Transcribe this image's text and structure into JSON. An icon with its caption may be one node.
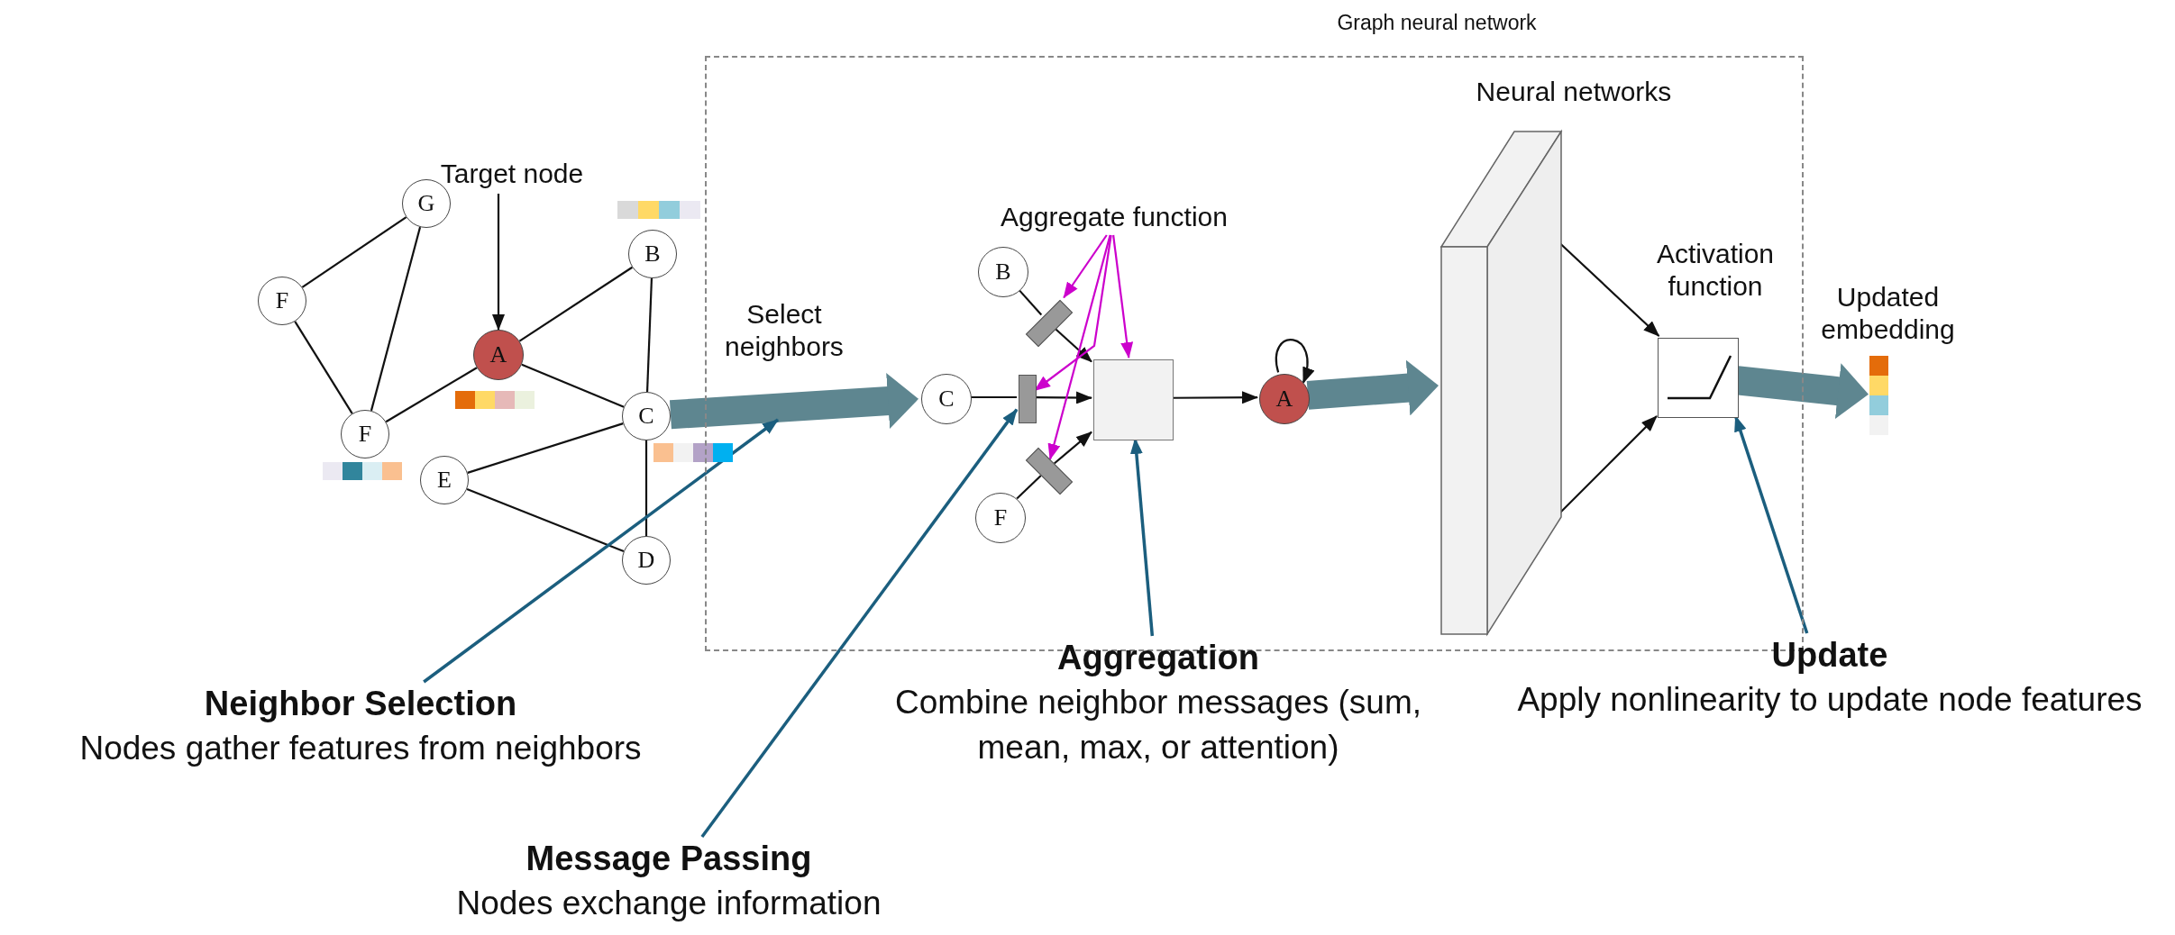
{
  "diagram": {
    "nodes": [
      {
        "text": [
          "Target node"
        ]
      },
      {
        "text": [
          "G"
        ]
      },
      {
        "text": [
          "F"
        ]
      },
      {
        "text": [
          "A"
        ]
      },
      {
        "text": [
          "B"
        ]
      },
      {
        "text": [
          "F"
        ]
      },
      {
        "text": [
          "C"
        ]
      },
      {
        "text": [
          "E"
        ]
      },
      {
        "text": [
          "D"
        ]
      },
      {
        "text": [
          "Graph neural network"
        ]
      },
      {
        "text": [
          "Aggregate function"
        ],
        "in": 9
      },
      {
        "text": [
          "B"
        ],
        "in": 9
      },
      {
        "text": [],
        "shape": "bar",
        "in": 9
      },
      {
        "text": [
          "C"
        ],
        "in": 9
      },
      {
        "text": [],
        "shape": "bar",
        "in": 9
      },
      {
        "text": [],
        "shape": "box",
        "in": 9
      },
      {
        "text": [
          "A"
        ],
        "in": 9
      },
      {
        "text": [
          "F"
        ],
        "in": 9
      },
      {
        "text": [],
        "shape": "bar",
        "in": 9
      },
      {
        "text": [
          "Neural networks"
        ],
        "in": 9
      },
      {
        "text": [
          "Activation function"
        ],
        "in": 9
      },
      {
        "text": [
          "Updated embedding"
        ]
      },
      {
        "text": [
          "Neighbor Selection",
          "Nodes gather features from neighbors"
        ]
      },
      {
        "text": [
          "Aggregation",
          "Combine neighbor messages (sum, mean, max, or attention)"
        ]
      },
      {
        "text": [
          "Update",
          "Apply nonlinearity to update node features"
        ]
      },
      {
        "text": [
          "Message Passing",
          "Nodes exchange information"
        ]
      }
    ],
    "edges": [
      {
        "from": 0,
        "to": 3,
        "arrow": "to"
      },
      {
        "from": 1,
        "to": 2,
        "arrow": "none"
      },
      {
        "from": 1,
        "to": 5,
        "arrow": "none"
      },
      {
        "from": 2,
        "to": 5,
        "arrow": "none"
      },
      {
        "from": 5,
        "to": 3,
        "arrow": "none"
      },
      {
        "from": 3,
        "to": 4,
        "arrow": "none"
      },
      {
        "from": 3,
        "to": 6,
        "arrow": "none"
      },
      {
        "from": 4,
        "to": 6,
        "arrow": "none"
      },
      {
        "from": 6,
        "to": 7,
        "arrow": "none"
      },
      {
        "from": 6,
        "to": 8,
        "arrow": "none"
      },
      {
        "from": 7,
        "to": 8,
        "arrow": "none"
      },
      {
        "from": 6,
        "to": 13,
        "arrow": "to",
        "label": "Select neighbors",
        "style": "thick",
        "color": "#5e8690"
      },
      {
        "from": 11,
        "to": 12,
        "arrow": "none"
      },
      {
        "from": 12,
        "to": 15,
        "arrow": "to"
      },
      {
        "from": 13,
        "to": 14,
        "arrow": "none"
      },
      {
        "from": 14,
        "to": 15,
        "arrow": "to"
      },
      {
        "from": 17,
        "to": 18,
        "arrow": "none"
      },
      {
        "from": 18,
        "to": 15,
        "arrow": "to"
      },
      {
        "from": 15,
        "to": 16,
        "arrow": "to"
      },
      {
        "from": 16,
        "to": 16,
        "arrow": "to"
      },
      {
        "from": 16,
        "to": 19,
        "arrow": "to",
        "style": "thick",
        "color": "#5e8690"
      },
      {
        "from": 19,
        "to": 20,
        "arrow": "to"
      },
      {
        "from": 19,
        "to": 20,
        "arrow": "to"
      },
      {
        "from": 20,
        "to": 21,
        "arrow": "to",
        "style": "thick",
        "color": "#5e8690"
      },
      {
        "from": 10,
        "to": 12,
        "arrow": "to",
        "color": "#cc00cc"
      },
      {
        "from": 10,
        "to": 14,
        "arrow": "to",
        "color": "#cc00cc"
      },
      {
        "from": 10,
        "to": 18,
        "arrow": "to",
        "color": "#cc00cc"
      },
      {
        "from": 10,
        "to": 15,
        "arrow": "to",
        "color": "#cc00cc"
      },
      {
        "from": 22,
        "to": null,
        "arrow": "to",
        "color": "#1b5e7e"
      },
      {
        "from": 25,
        "to": 14,
        "arrow": "to",
        "color": "#1b5e7e"
      },
      {
        "from": 23,
        "to": 15,
        "arrow": "to",
        "color": "#1b5e7e"
      },
      {
        "from": 24,
        "to": 20,
        "arrow": "to",
        "color": "#1b5e7e"
      }
    ]
  }
}
